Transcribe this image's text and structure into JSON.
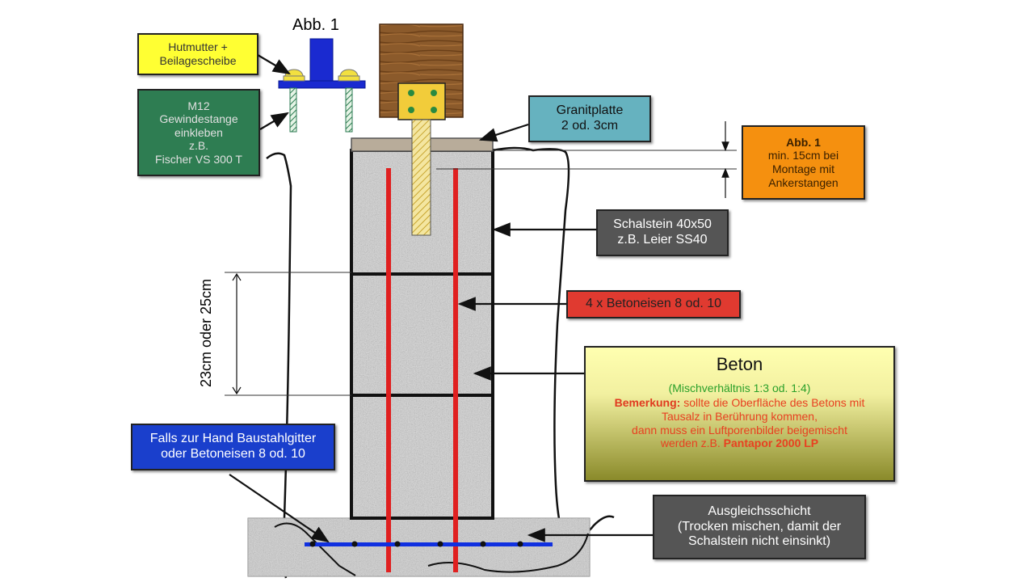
{
  "figure": {
    "abb_title": "Abb. 1",
    "dimension_label": "23cm oder 25cm"
  },
  "labels": {
    "hutmutter": {
      "lines": [
        "Hutmutter +",
        "Beilagescheibe"
      ],
      "bg": "#ffff33",
      "color": "#333333"
    },
    "m12": {
      "lines": [
        "M12",
        "Gewindestange",
        "einkleben",
        "z.B.",
        "Fischer VS 300 T"
      ],
      "bg": "#2e7d52",
      "color": "#e0e0e0"
    },
    "granit": {
      "lines": [
        "Granitplatte",
        "2 od. 3cm"
      ],
      "bg": "#66b2bf",
      "color": "#111111"
    },
    "abb1_note": {
      "title": "Abb. 1",
      "lines": [
        "min. 15cm bei",
        "Montage mit",
        "Ankerstangen"
      ],
      "bg": "#f5900f",
      "color": "#3a2000"
    },
    "schalstein": {
      "lines": [
        "Schalstein 40x50",
        "z.B. Leier SS40"
      ],
      "bg": "#555555",
      "color": "#ffffff"
    },
    "betoneisen": {
      "lines": [
        "4 x Betoneisen 8 od. 10"
      ],
      "bg": "#e03a30",
      "color": "#222222"
    },
    "beton": {
      "title": "Beton",
      "mix": "(Mischverhältnis 1:3 od. 1:4)",
      "remark_label": "Bemerkung:",
      "remark_text_1": " sollte die Oberfläche  des Betons mit",
      "remark_lines": [
        "Tausalz in Berührung kommen,",
        "dann muss ein  Luftporenbilder beigemischt"
      ],
      "remark_end_prefix": "werden z.B. ",
      "remark_product": "Pantapor 2000 LP",
      "bg_top": "#ffffb0",
      "bg_bottom": "#8a8a2a",
      "mix_color": "#2aa02a",
      "remark_color": "#e84020"
    },
    "baustahl": {
      "lines": [
        "Falls zur Hand Baustahlgitter",
        "oder Betoneisen 8 od. 10"
      ],
      "bg": "#1a3fcc",
      "color": "#ffffff"
    },
    "ausgleich": {
      "lines": [
        "Ausgleichsschicht",
        "(Trocken mischen, damit der",
        "Schalstein nicht einsinkt)"
      ],
      "bg": "#555555",
      "color": "#ffffff"
    }
  },
  "colors": {
    "rebar": "#e02020",
    "mesh": "#1030e0",
    "anchor_plate": "#1a2ad0",
    "nut": "#f2e040",
    "bracket": "#f2cc3a",
    "wood": "#8a5a2a",
    "granite_plate": "#b8ac9a",
    "concrete": "#bdbdbd"
  }
}
